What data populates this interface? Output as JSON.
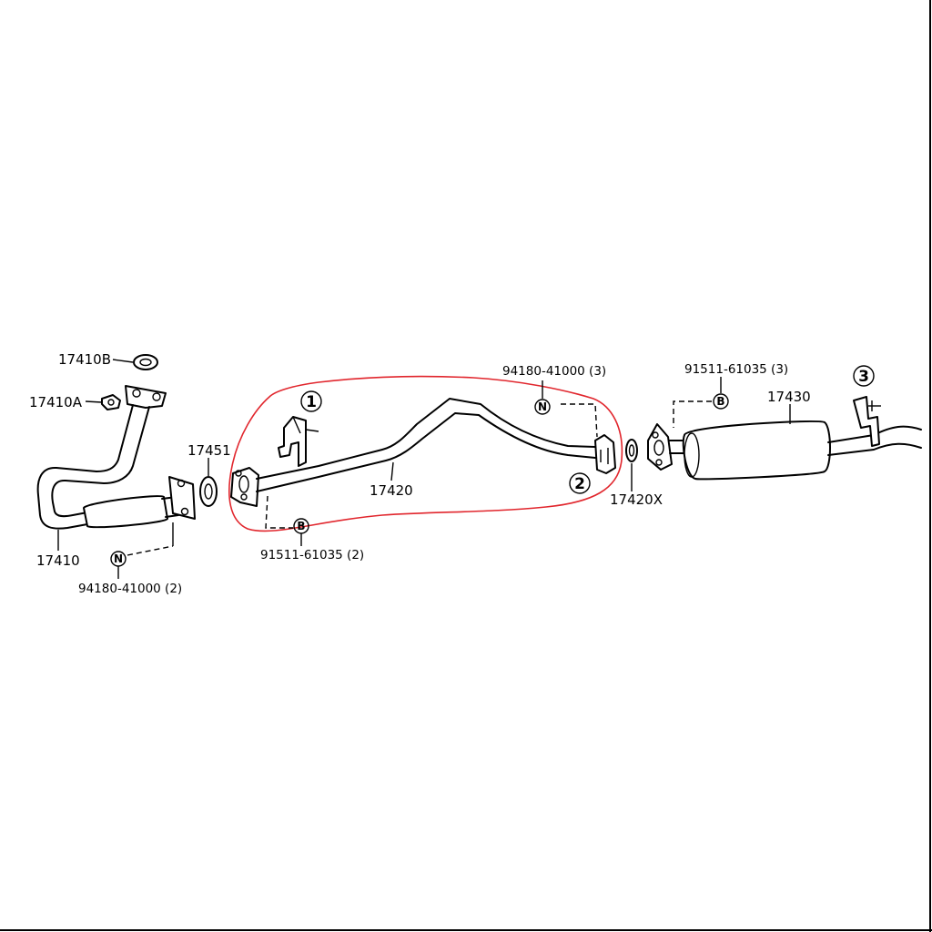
{
  "labels": {
    "p17410B": "17410B",
    "p17410A": "17410A",
    "p17410": "17410",
    "p17451": "17451",
    "p17420": "17420",
    "p17420X": "17420X",
    "p17430": "17430",
    "nut_left": "94180-41000 (2)",
    "nut_center": "94180-41000 (3)",
    "bolt_center": "91511-61035 (2)",
    "bolt_right": "91511-61035 (3)"
  },
  "symbols": {
    "nut": "N",
    "bolt": "B"
  },
  "callouts": {
    "one": "1",
    "two": "2",
    "three": "3"
  },
  "colors": {
    "line": "#000000",
    "highlight": "#e1262d",
    "background": "#ffffff"
  }
}
